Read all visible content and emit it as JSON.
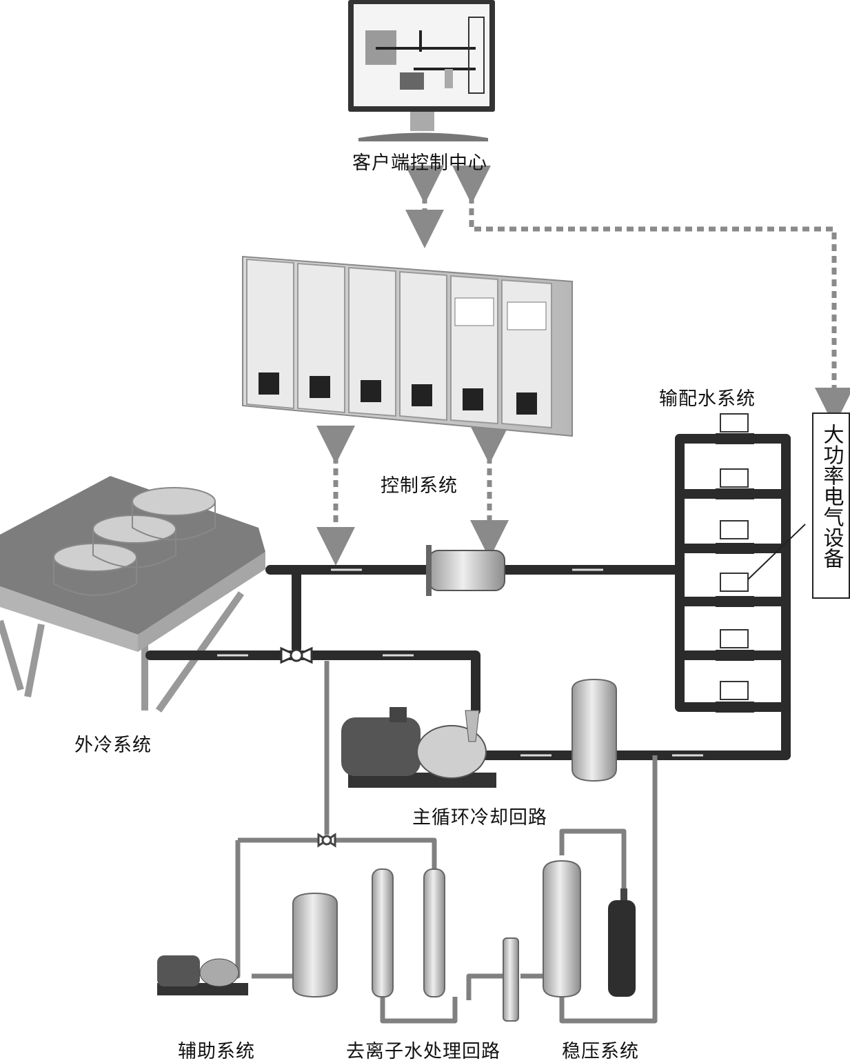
{
  "labels": {
    "client_center": "客户端控制中心",
    "control_system": "控制系统",
    "water_distribution": "输配水系统",
    "high_power_device": "大功率电气设备",
    "external_cooling": "外冷系统",
    "main_loop": "主循环冷却回路",
    "auxiliary": "辅助系统",
    "deionized_loop": "去离子水处理回路",
    "pressure_system": "稳压系统"
  },
  "colors": {
    "pipe_main": "#2b2b2b",
    "pipe_aux": "#808080",
    "signal_arrow": "#8a8a8a",
    "equipment": "#c8c8c8"
  },
  "icons": [
    "monitor-icon",
    "control-cabinet-icon",
    "dry-cooler-icon",
    "pump-icon",
    "tank-icon",
    "filter-icon",
    "gas-cylinder-icon",
    "valve-icon"
  ]
}
